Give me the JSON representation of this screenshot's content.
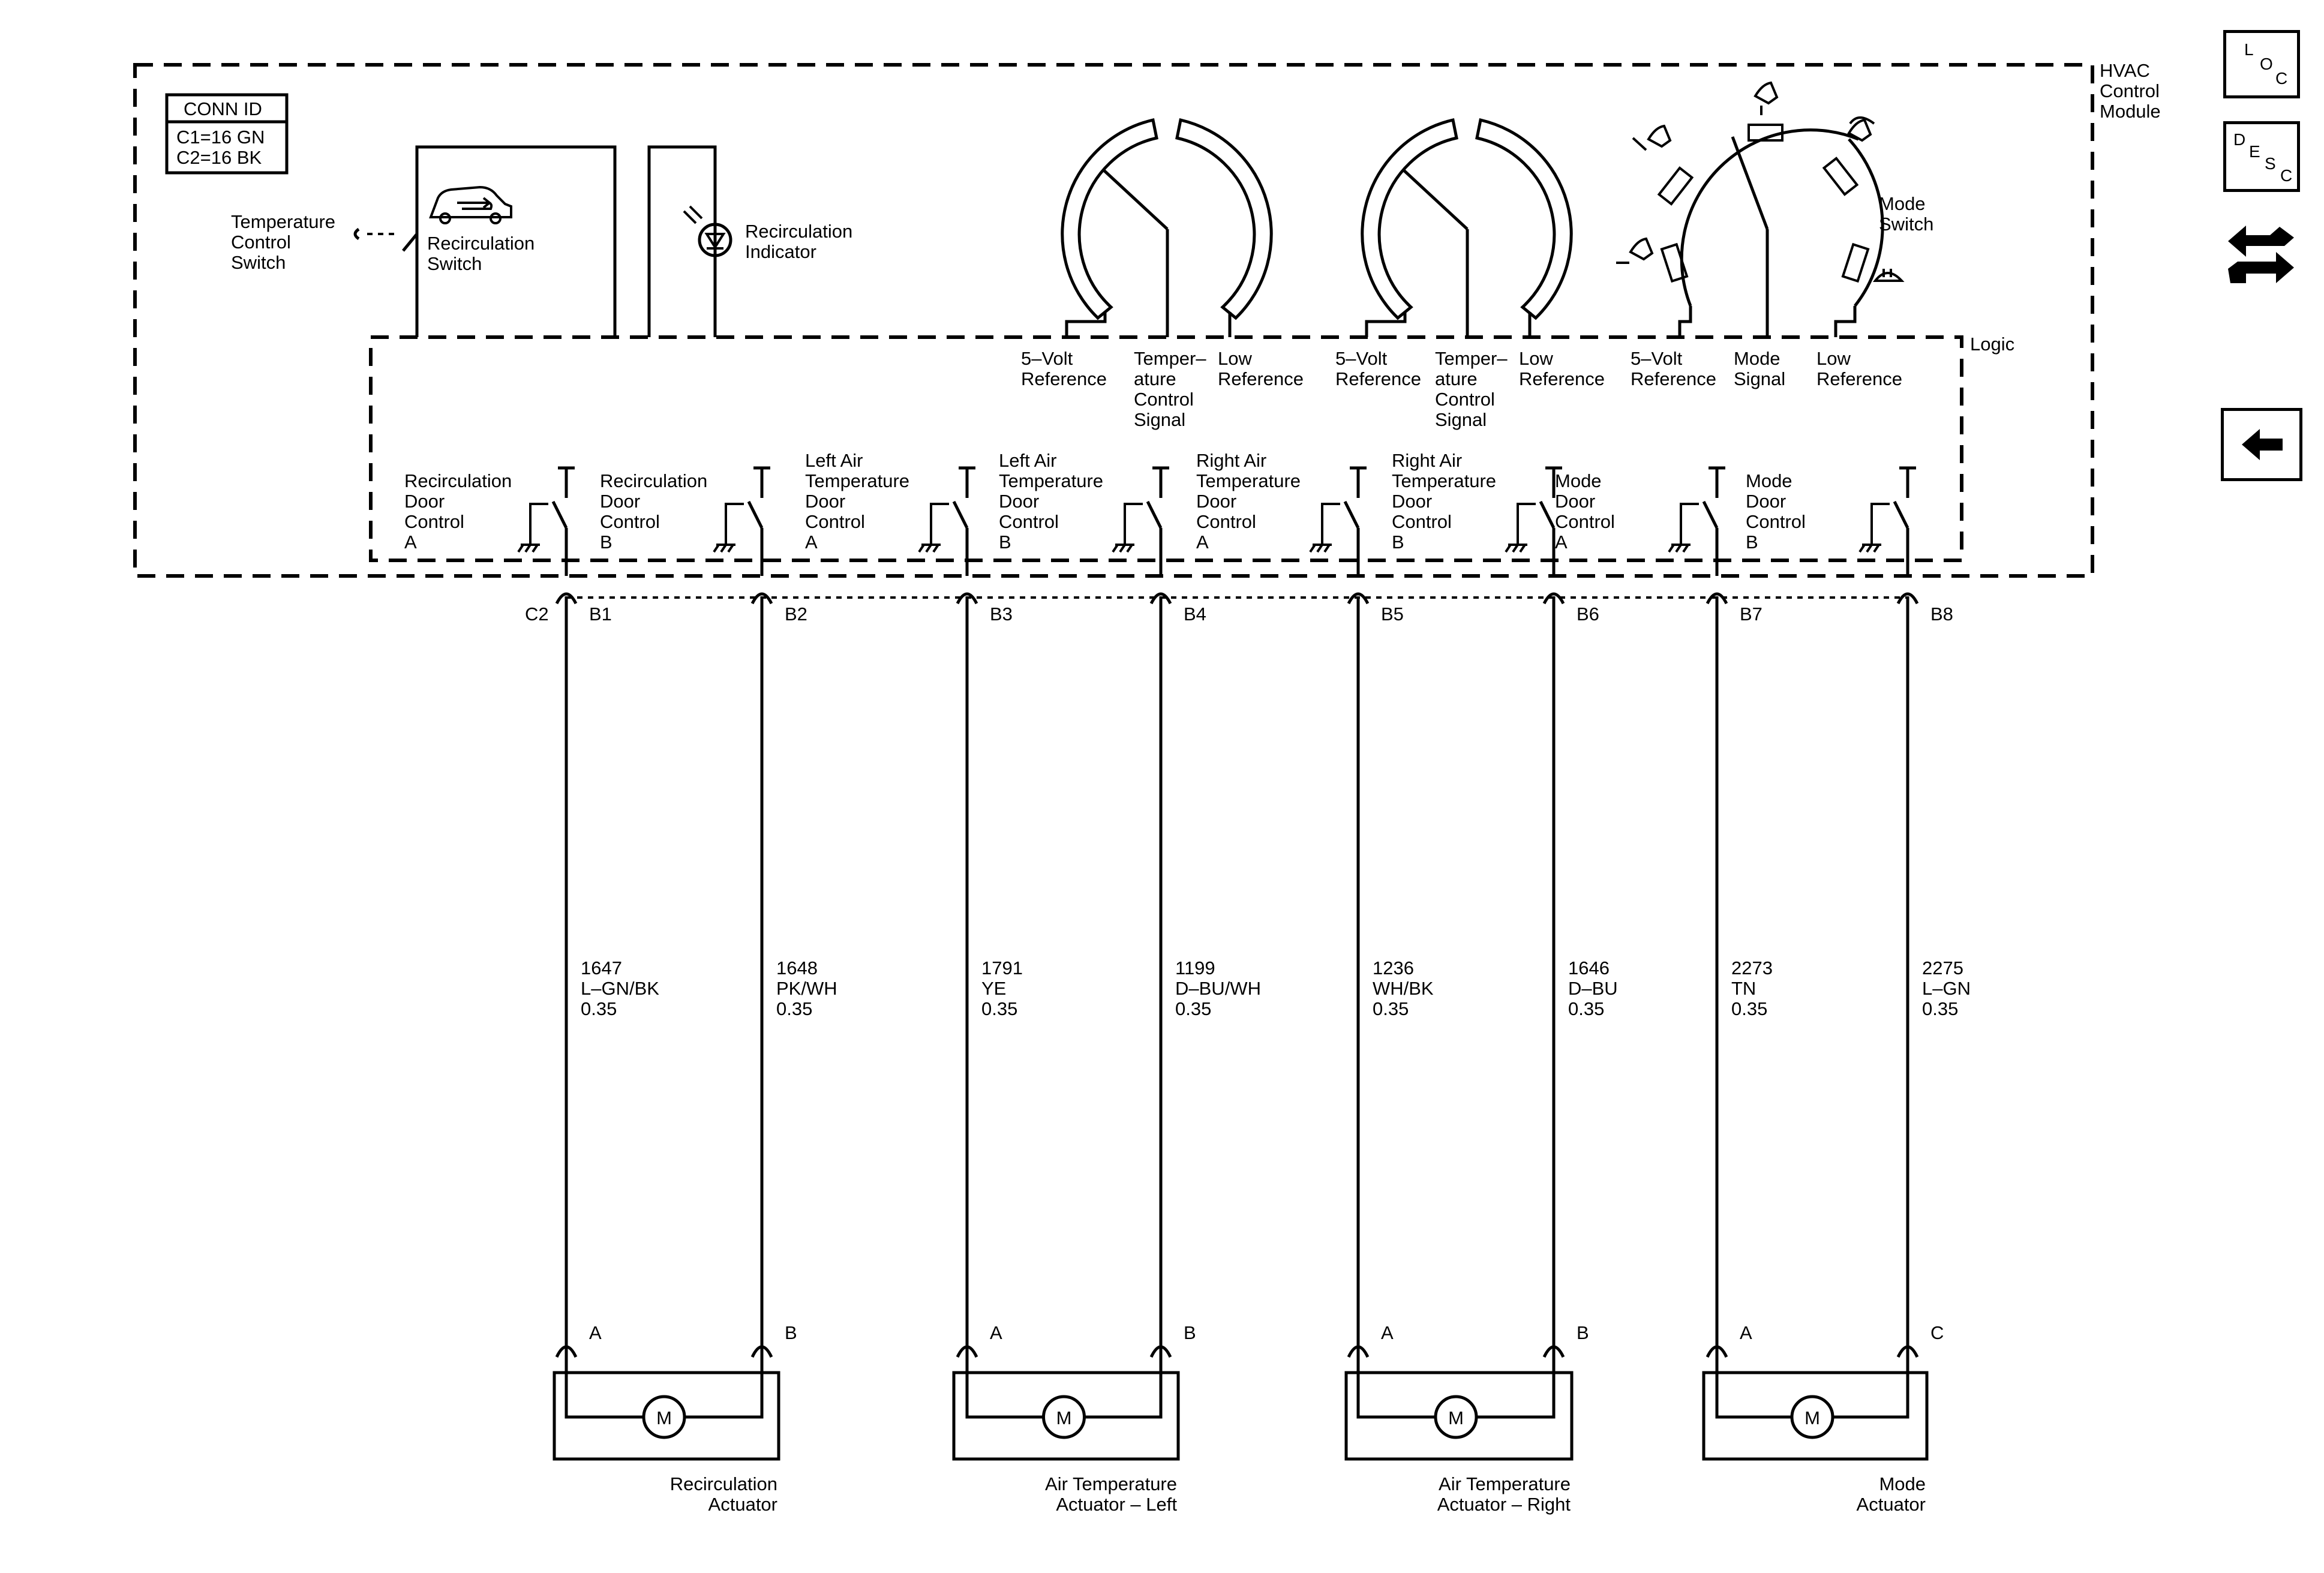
{
  "module": {
    "name": [
      "HVAC",
      "Control",
      "Module"
    ],
    "logic": "Logic",
    "conn_id_title": "CONN ID",
    "conn_ids": [
      "C1=16 GN",
      "C2=16 BK"
    ]
  },
  "switches": {
    "temperature_control_switch": [
      "Temperature",
      "Control",
      "Switch"
    ],
    "recirculation_switch": [
      "Recirculation",
      "Switch"
    ],
    "recirculation_indicator": [
      "Recirculation",
      "Indicator"
    ],
    "mode_switch": [
      "Mode",
      "Switch"
    ]
  },
  "sensor_groups": [
    {
      "ref": [
        "5–Volt",
        "Reference"
      ],
      "signal": [
        "Temper–",
        "ature",
        "Control",
        "Signal"
      ],
      "low": [
        "Low",
        "Reference"
      ]
    },
    {
      "ref": [
        "5–Volt",
        "Reference"
      ],
      "signal": [
        "Temper–",
        "ature",
        "Control",
        "Signal"
      ],
      "low": [
        "Low",
        "Reference"
      ]
    },
    {
      "ref": [
        "5–Volt",
        "Reference"
      ],
      "signal": [
        "Mode",
        "Signal"
      ],
      "low": [
        "Low",
        "Reference"
      ]
    }
  ],
  "drivers": [
    {
      "label": [
        "Recirculation",
        "Door",
        "Control",
        "A"
      ]
    },
    {
      "label": [
        "Recirculation",
        "Door",
        "Control",
        "B"
      ]
    },
    {
      "label": [
        "Left Air",
        "Temperature",
        "Door",
        "Control",
        "A"
      ]
    },
    {
      "label": [
        "Left Air",
        "Temperature",
        "Door",
        "Control",
        "B"
      ]
    },
    {
      "label": [
        "Right Air",
        "Temperature",
        "Door",
        "Control",
        "A"
      ]
    },
    {
      "label": [
        "Right Air",
        "Temperature",
        "Door",
        "Control",
        "B"
      ]
    },
    {
      "label": [
        "Mode",
        "Door",
        "Control",
        "A"
      ]
    },
    {
      "label": [
        "Mode",
        "Door",
        "Control",
        "B"
      ]
    }
  ],
  "connector": "C2",
  "circuits": [
    {
      "pin": "B1",
      "circuit": "1647",
      "color": "L–GN/BK",
      "gauge": "0.35",
      "actuator_pin": "A"
    },
    {
      "pin": "B2",
      "circuit": "1648",
      "color": "PK/WH",
      "gauge": "0.35",
      "actuator_pin": "B"
    },
    {
      "pin": "B3",
      "circuit": "1791",
      "color": "YE",
      "gauge": "0.35",
      "actuator_pin": "A"
    },
    {
      "pin": "B4",
      "circuit": "1199",
      "color": "D–BU/WH",
      "gauge": "0.35",
      "actuator_pin": "B"
    },
    {
      "pin": "B5",
      "circuit": "1236",
      "color": "WH/BK",
      "gauge": "0.35",
      "actuator_pin": "A"
    },
    {
      "pin": "B6",
      "circuit": "1646",
      "color": "D–BU",
      "gauge": "0.35",
      "actuator_pin": "B"
    },
    {
      "pin": "B7",
      "circuit": "2273",
      "color": "TN",
      "gauge": "0.35",
      "actuator_pin": "A"
    },
    {
      "pin": "B8",
      "circuit": "2275",
      "color": "L–GN",
      "gauge": "0.35",
      "actuator_pin": "C"
    }
  ],
  "actuators": [
    {
      "motor": "M",
      "name": [
        "Recirculation",
        "Actuator"
      ]
    },
    {
      "motor": "M",
      "name": [
        "Air Temperature",
        "Actuator – Left"
      ]
    },
    {
      "motor": "M",
      "name": [
        "Air Temperature",
        "Actuator – Right"
      ]
    },
    {
      "motor": "M",
      "name": [
        "Mode",
        "Actuator"
      ]
    }
  ],
  "nav": {
    "loc_letters": [
      "L",
      "O",
      "C"
    ],
    "desc_letters": [
      "D",
      "E",
      "S",
      "C"
    ],
    "connector_icon": "connector-icon",
    "back_icon": "back-arrow-icon"
  }
}
